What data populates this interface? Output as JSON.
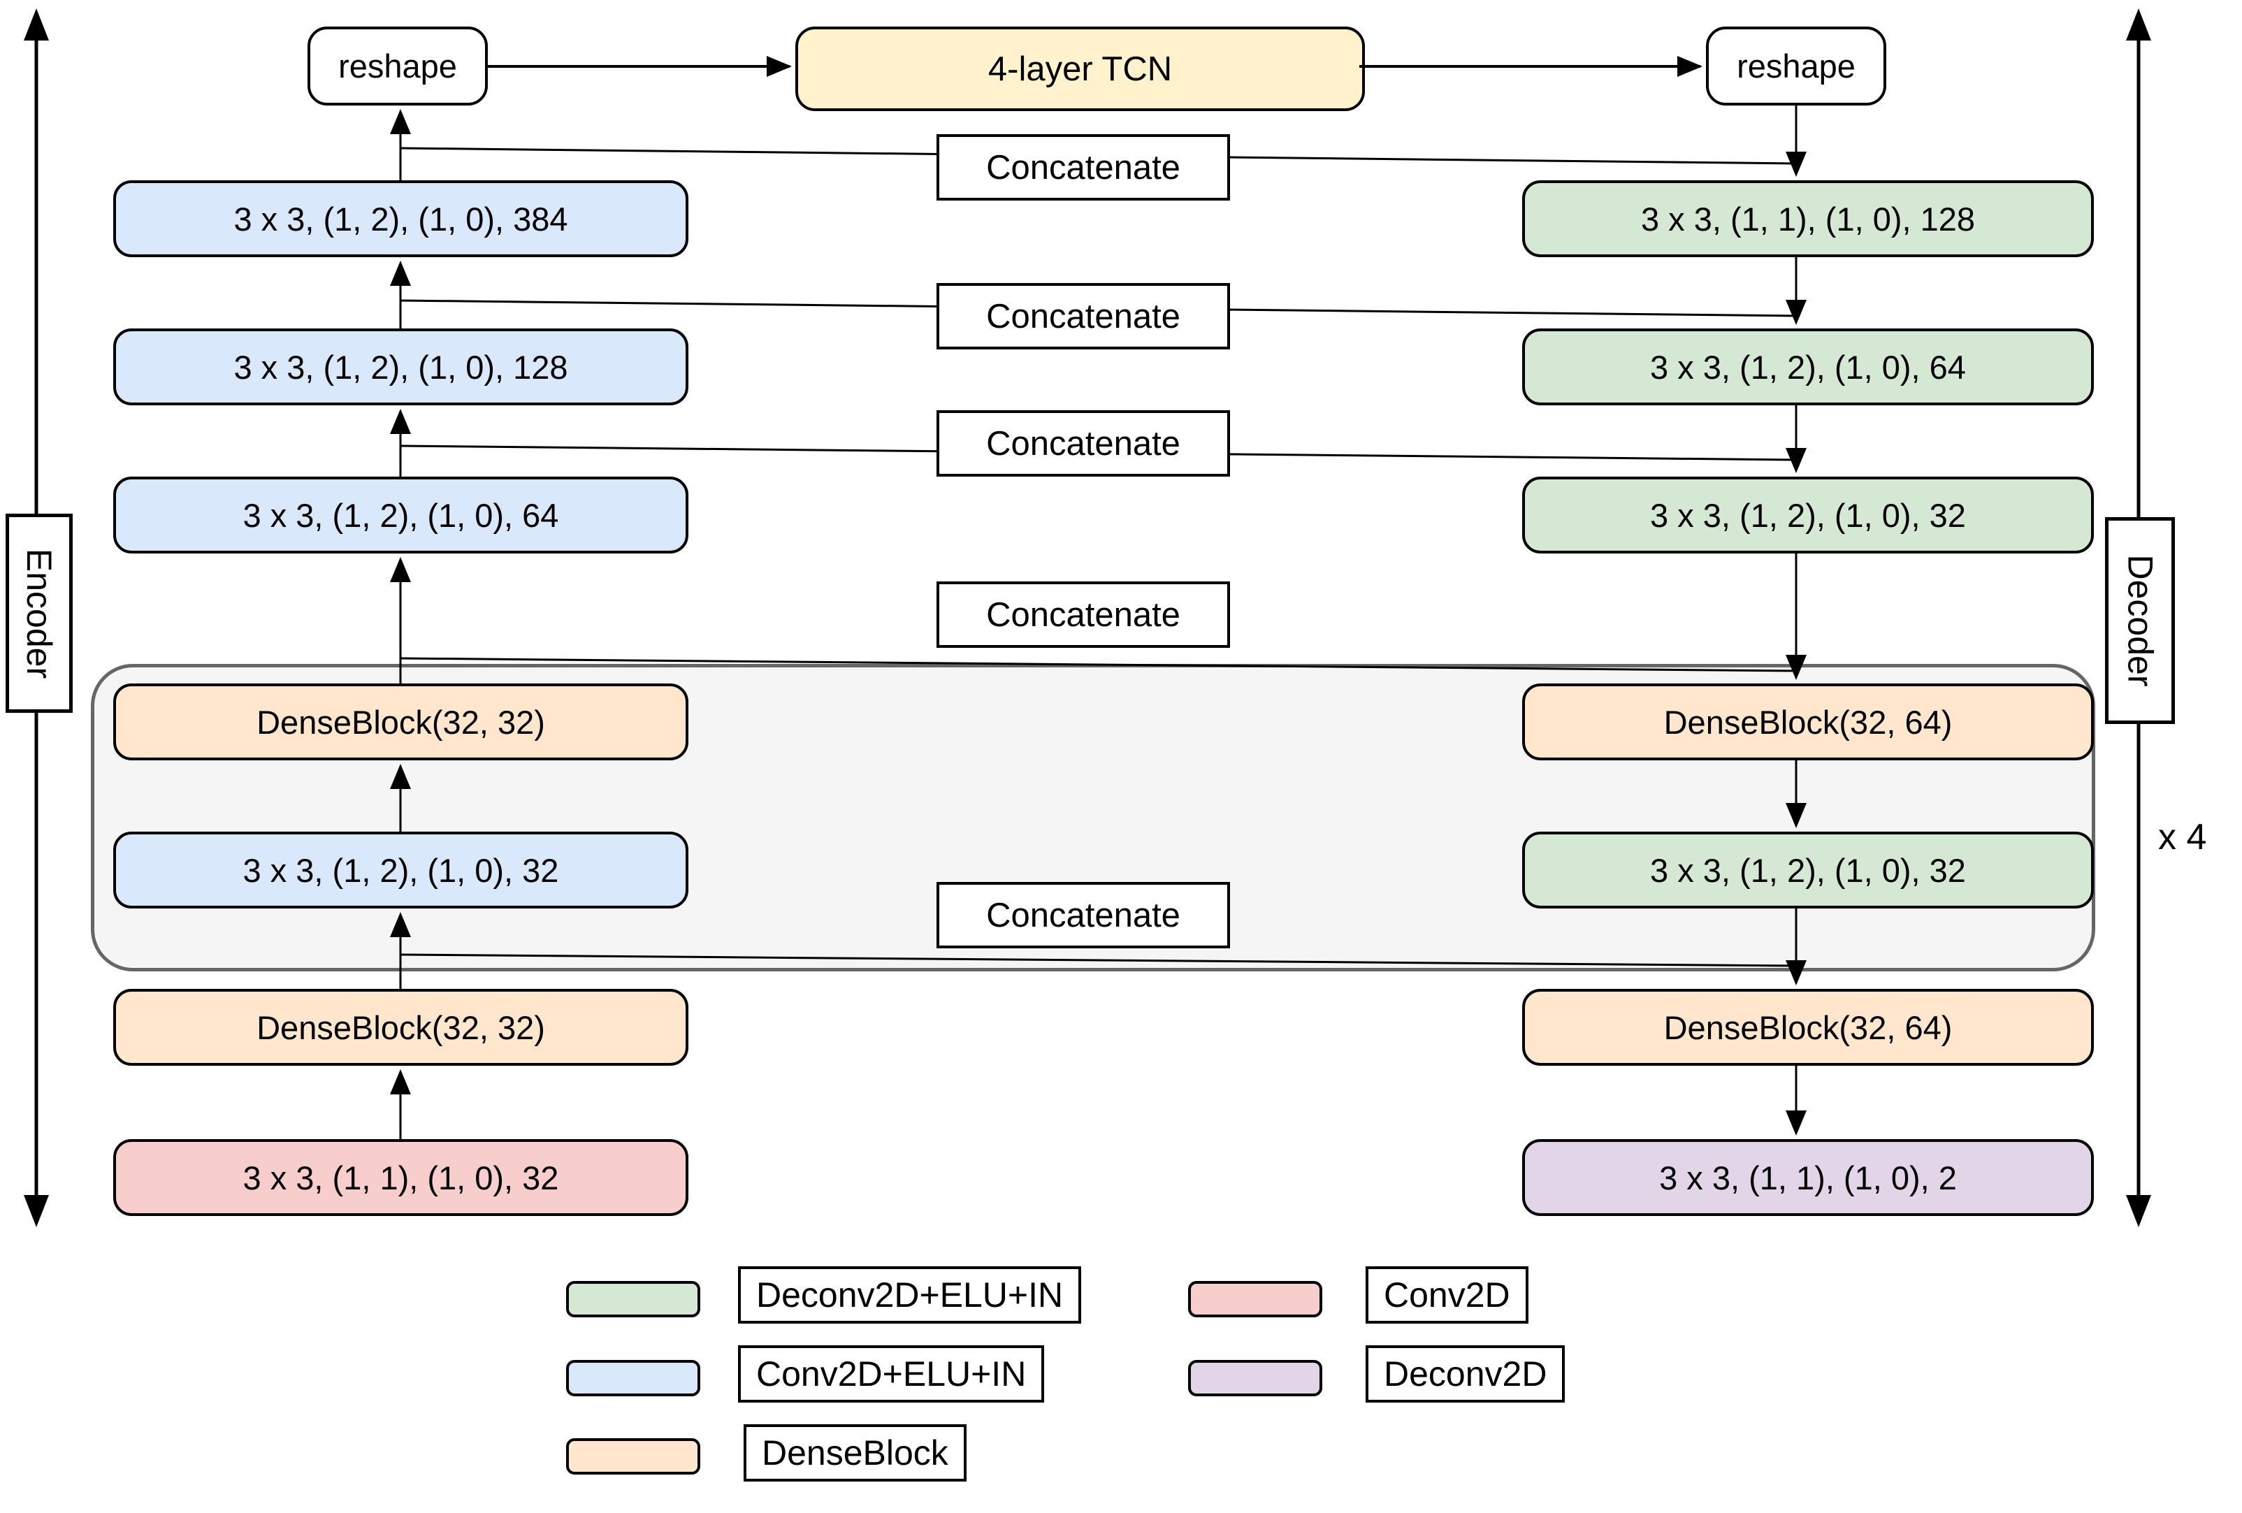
{
  "colors": {
    "conv_elu_in": "#dae8fc",
    "deconv_elu_in": "#d5e8d4",
    "dense_block": "#ffe6cc",
    "conv2d": "#f8cecc",
    "deconv2d": "#e1d5e7",
    "tcn": "#fff2cc",
    "group_fill": "#f5f5f5",
    "group_border": "#666666",
    "box_border": "#000000"
  },
  "axes": {
    "encoder_label": "Encoder",
    "decoder_label": "Decoder",
    "repeat_label": "x 4"
  },
  "top_row": {
    "reshape_left": "reshape",
    "tcn_label": "4-layer TCN",
    "reshape_right": "reshape"
  },
  "concatenate_labels": [
    "Concatenate",
    "Concatenate",
    "Concatenate",
    "Concatenate",
    "Concatenate"
  ],
  "encoder_blocks": [
    {
      "label": "3 x 3, (1, 2), (1, 0), 384",
      "type": "conv_elu_in"
    },
    {
      "label": "3 x 3, (1, 2), (1, 0), 128",
      "type": "conv_elu_in"
    },
    {
      "label": "3 x 3, (1, 2), (1, 0), 64",
      "type": "conv_elu_in"
    },
    {
      "label": "DenseBlock(32, 32)",
      "type": "dense_block"
    },
    {
      "label": "3 x 3, (1, 2), (1, 0), 32",
      "type": "conv_elu_in"
    },
    {
      "label": "DenseBlock(32, 32)",
      "type": "dense_block"
    },
    {
      "label": "3 x 3, (1, 1), (1, 0), 32",
      "type": "conv2d"
    }
  ],
  "decoder_blocks": [
    {
      "label": "3 x 3, (1, 1), (1, 0), 128",
      "type": "deconv_elu_in"
    },
    {
      "label": "3 x 3, (1, 2), (1, 0), 64",
      "type": "deconv_elu_in"
    },
    {
      "label": "3 x 3, (1, 2), (1, 0), 32",
      "type": "deconv_elu_in"
    },
    {
      "label": "DenseBlock(32, 64)",
      "type": "dense_block"
    },
    {
      "label": "3 x 3, (1, 2), (1, 0), 32",
      "type": "deconv_elu_in"
    },
    {
      "label": "DenseBlock(32, 64)",
      "type": "dense_block"
    },
    {
      "label": "3 x 3, (1, 1), (1, 0), 2",
      "type": "deconv2d"
    }
  ],
  "legend": [
    {
      "label": "Deconv2D+ELU+IN",
      "type": "deconv_elu_in"
    },
    {
      "label": "Conv2D+ELU+IN",
      "type": "conv_elu_in"
    },
    {
      "label": "DenseBlock",
      "type": "dense_block"
    },
    {
      "label": "Conv2D",
      "type": "conv2d"
    },
    {
      "label": "Deconv2D",
      "type": "deconv2d"
    }
  ]
}
